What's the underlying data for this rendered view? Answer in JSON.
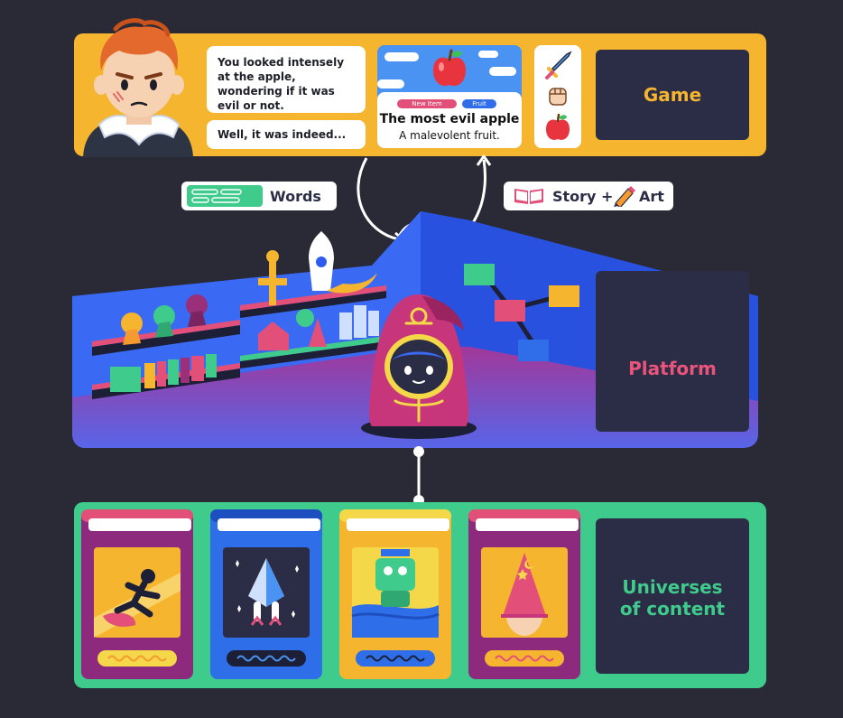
{
  "game": {
    "dialogue_1": "You looked intensely at the apple, wondering if it was evil or not.",
    "dialogue_2": "Well, it was indeed...",
    "tag_new": "New Item",
    "tag_type": "Fruit",
    "item_title": "The most evil apple",
    "item_description": "A malevolent fruit.",
    "label": "Game",
    "icons": [
      "sword-icon",
      "fist-icon",
      "apple-icon"
    ]
  },
  "flow": {
    "words_label": "Words",
    "story_label": "Story +",
    "art_label": "Art"
  },
  "platform": {
    "label": "Platform"
  },
  "universes": {
    "label_line1": "Universes",
    "label_line2": "of content",
    "books": [
      "runner-book",
      "rocket-book",
      "robot-book",
      "wizard-book"
    ]
  },
  "colors": {
    "background": "#2a2a37",
    "game_yellow": "#f5b52e",
    "platform_blue": "#2f5cf0",
    "universes_green": "#3fcb8b",
    "game_text": "#f5b52e",
    "platform_text": "#e9547a",
    "universes_text": "#3fcb8b"
  }
}
